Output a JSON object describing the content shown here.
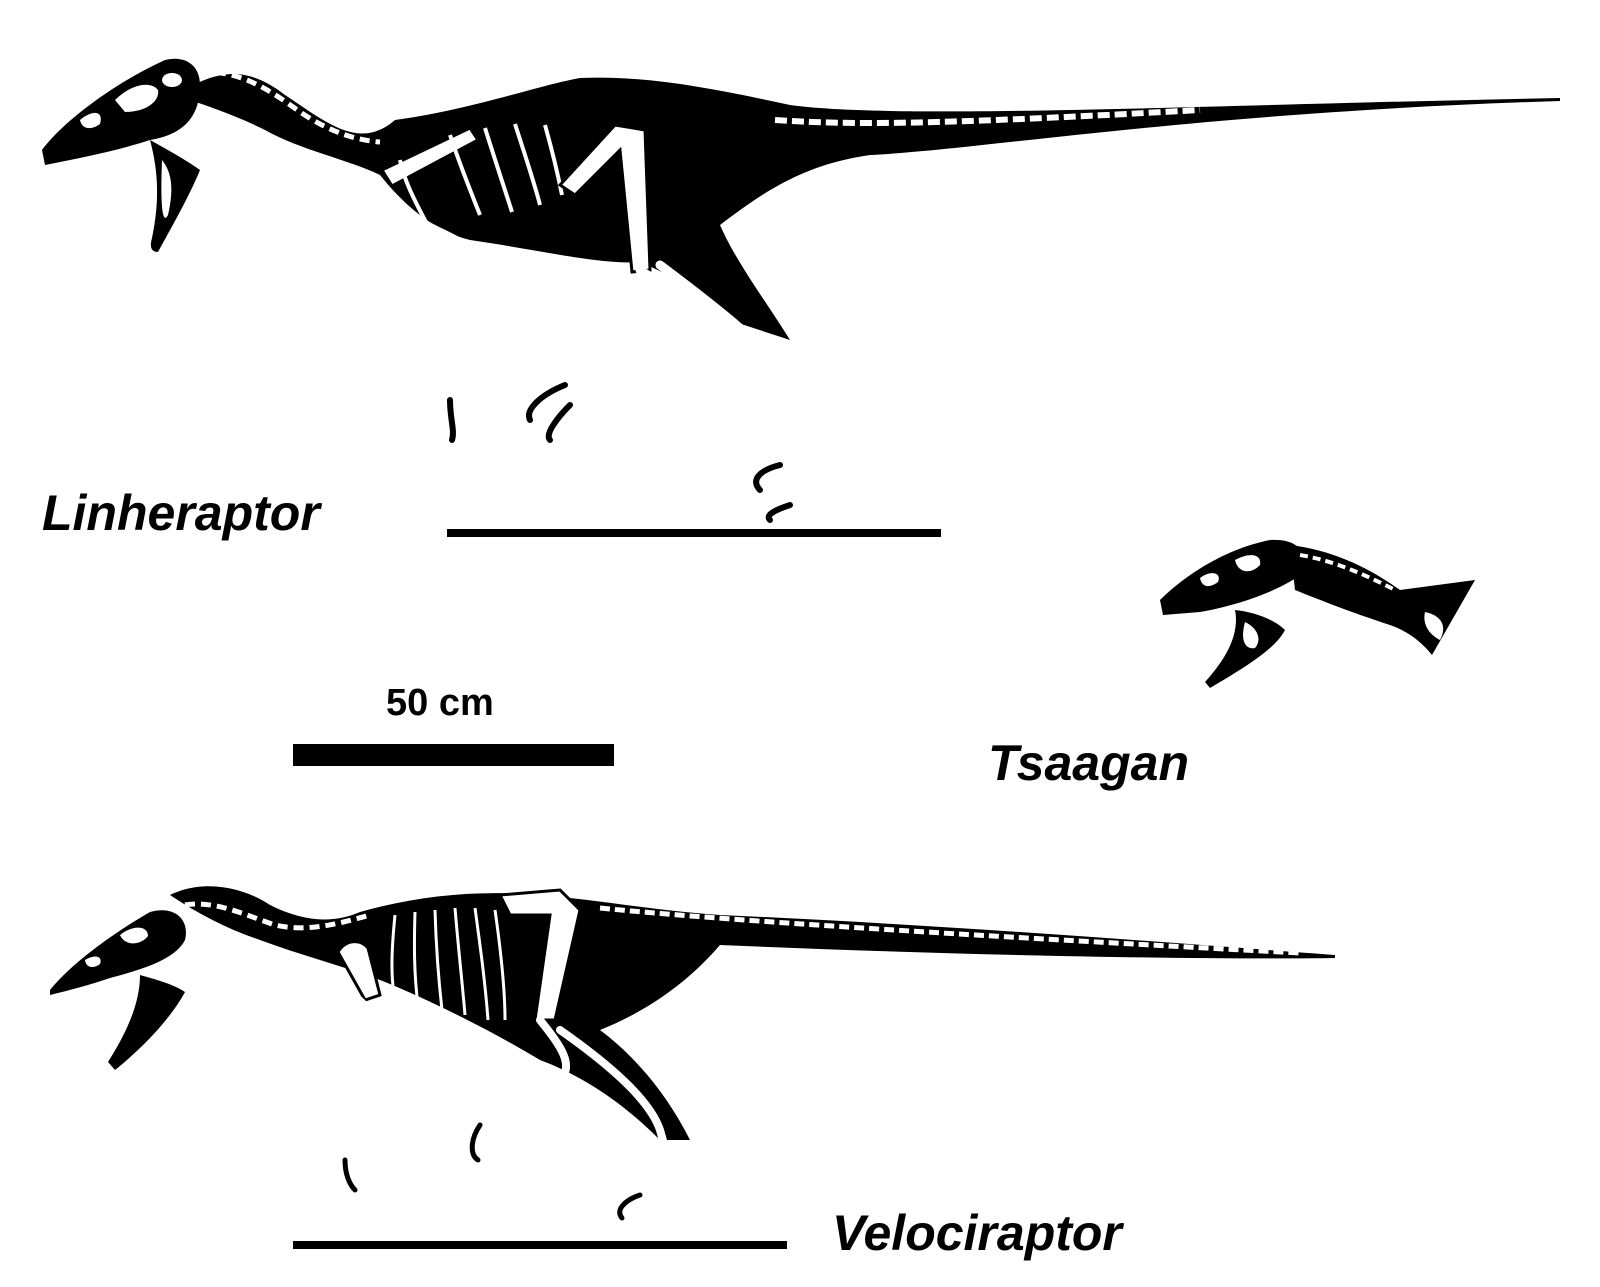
{
  "colors": {
    "silhouette": "#000000",
    "bone": "#ffffff",
    "background": "#ffffff"
  },
  "labels": {
    "linheraptor": "Linheraptor",
    "tsaagan": "Tsaagan",
    "velociraptor": "Velociraptor",
    "scale": "50 cm"
  },
  "scale_bar": {
    "length_cm": 50
  },
  "specimens": [
    {
      "name": "Linheraptor",
      "depiction": "full-skeleton-silhouette"
    },
    {
      "name": "Tsaagan",
      "depiction": "skull-and-neck"
    },
    {
      "name": "Velociraptor",
      "depiction": "full-skeleton-silhouette"
    }
  ]
}
